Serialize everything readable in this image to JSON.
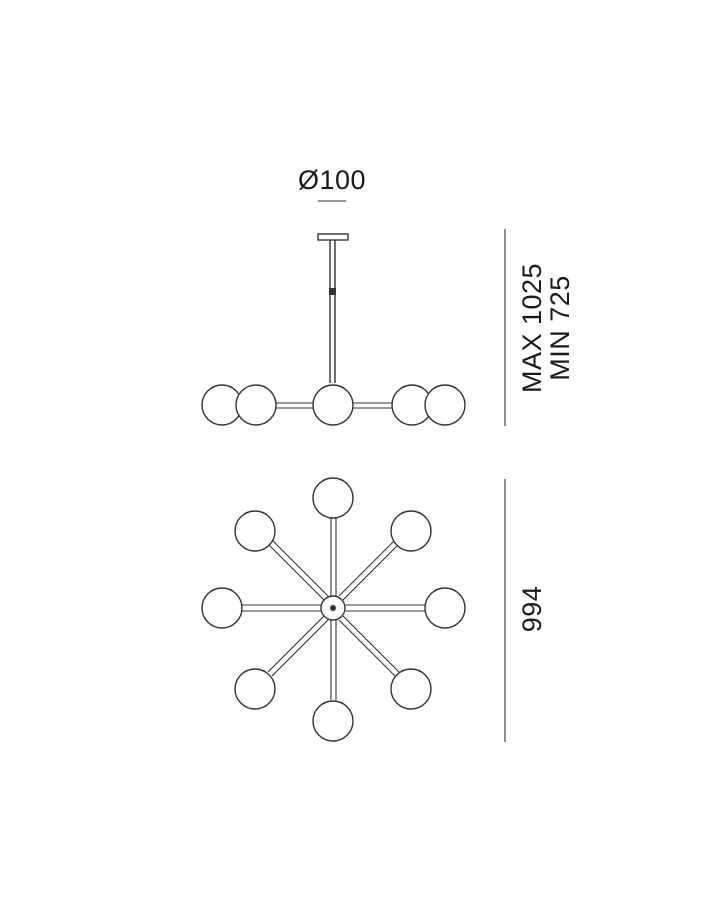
{
  "dimensions": {
    "canopy_diameter": "Ø100",
    "height_max": "MAX 1025",
    "height_min": "MIN 725",
    "width": "994"
  },
  "colors": {
    "line": "#333333",
    "text": "#1a1a1a",
    "background": "#ffffff"
  }
}
